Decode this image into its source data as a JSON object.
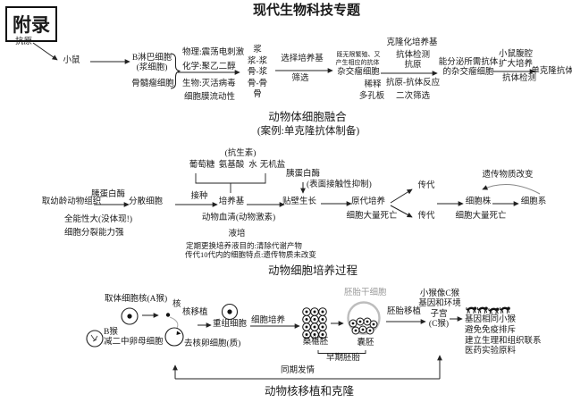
{
  "header": {
    "appendix": "附录",
    "title": "现代生物科技专题"
  },
  "colors": {
    "text": "#1a1a1a",
    "line": "#222222",
    "muted": "#9b9b9b",
    "background": "#ffffff"
  },
  "fusion": {
    "antigen": "抗原",
    "mouse": "小鼠",
    "b_lymphocyte": "B淋巴细胞",
    "plasma_cell": "(浆细胞)",
    "myeloma": "骨髓瘤细胞",
    "physical": "物理:震荡电刺激",
    "chemical": "化学:聚乙二醇",
    "biological": "生物:灭活病毒",
    "membrane_fluidity": "细胞膜流动性",
    "mix": [
      "浆",
      "浆-浆",
      "骨-浆",
      "骨-骨",
      "骨"
    ],
    "select_medium": "选择培养基",
    "screening": "筛选",
    "hybridoma_note_1": "既无限繁殖、又",
    "hybridoma_note_2": "产生相应的抗体",
    "hybridoma": "杂交瘤细胞",
    "dilution": "稀释",
    "multiwell_plate": "多孔板",
    "cloning_medium": "克隆化培养基",
    "antibody_test": "抗体检测",
    "antigen_2": "抗原",
    "ag_ab_reaction": "抗原-抗体反应",
    "second_screening": "二次筛选",
    "secreting_1": "能分泌所需抗体",
    "secreting_2": "的杂交瘤细胞",
    "mouse_abdomen": "小鼠腹腔",
    "expand_culture": "扩大培养",
    "antibody_test_2": "抗体检测",
    "monoclonal_antibody": "单克隆抗体",
    "title": "动物体细胞融合",
    "subtitle": "(案例:单克隆抗体制备)"
  },
  "culture": {
    "antibiotic": "(抗生素)",
    "glucose": "葡萄糖",
    "amino_acid": "氨基酸",
    "water": "水",
    "inorganic_salt": "无机盐",
    "young_tissue": "取幼龄动物组织",
    "trypsin_1": "胰蛋白酶",
    "dispersed_cells": "分散细胞",
    "inoculate": "接种",
    "medium": "培养基",
    "serum": "动物血清(动物激素)",
    "totipotency": "全能性大(没体现!)",
    "division": "细胞分裂能力强",
    "liquid": "液培",
    "note_1": "定期更换培养液目的:清除代谢产物",
    "note_2": "传代10代内的细胞特点:遗传物质未改变",
    "trypsin_2": "胰蛋白酶",
    "contact_inhibition": "(表面接触性抑制)",
    "adherent": "贴壁生长",
    "primary": "原代培养",
    "death_1": "细胞大量死亡",
    "passage_1": "传代",
    "passage_2": "传代",
    "cell_strain": "细胞株",
    "death_2": "细胞大量死亡",
    "genetic_change": "遗传物质改变",
    "cell_line": "细胞系",
    "title": "动物细胞培养过程"
  },
  "cloning": {
    "take_nucleus": "取体细胞核(A猴)",
    "nucleus": "核",
    "nuclear_transfer": "核移植",
    "monkey_b": "B猴",
    "oocyte": "减二中卵母细胞",
    "enucleated": "去核卵细胞(质)",
    "recombinant": "重组细胞",
    "cell_culture": "细胞培养",
    "morula": "桑椹胚",
    "blastocyst": "囊胚",
    "es_cells": "胚胎干细胞",
    "early_embryo": "早期胚胎",
    "embryo_transfer": "胚胎移植",
    "like_c_1": "小猴像C猴",
    "like_c_2": "基因和环境",
    "uterus": "子宫",
    "uterus_c": "(C猴)",
    "result_1": "基因相同小猴",
    "result_2": "避免免疫排斥",
    "result_3": "建立生理和组织联系",
    "result_4": "医药实验原料",
    "estrus": "同期发情",
    "title": "动物核移植和克隆"
  }
}
